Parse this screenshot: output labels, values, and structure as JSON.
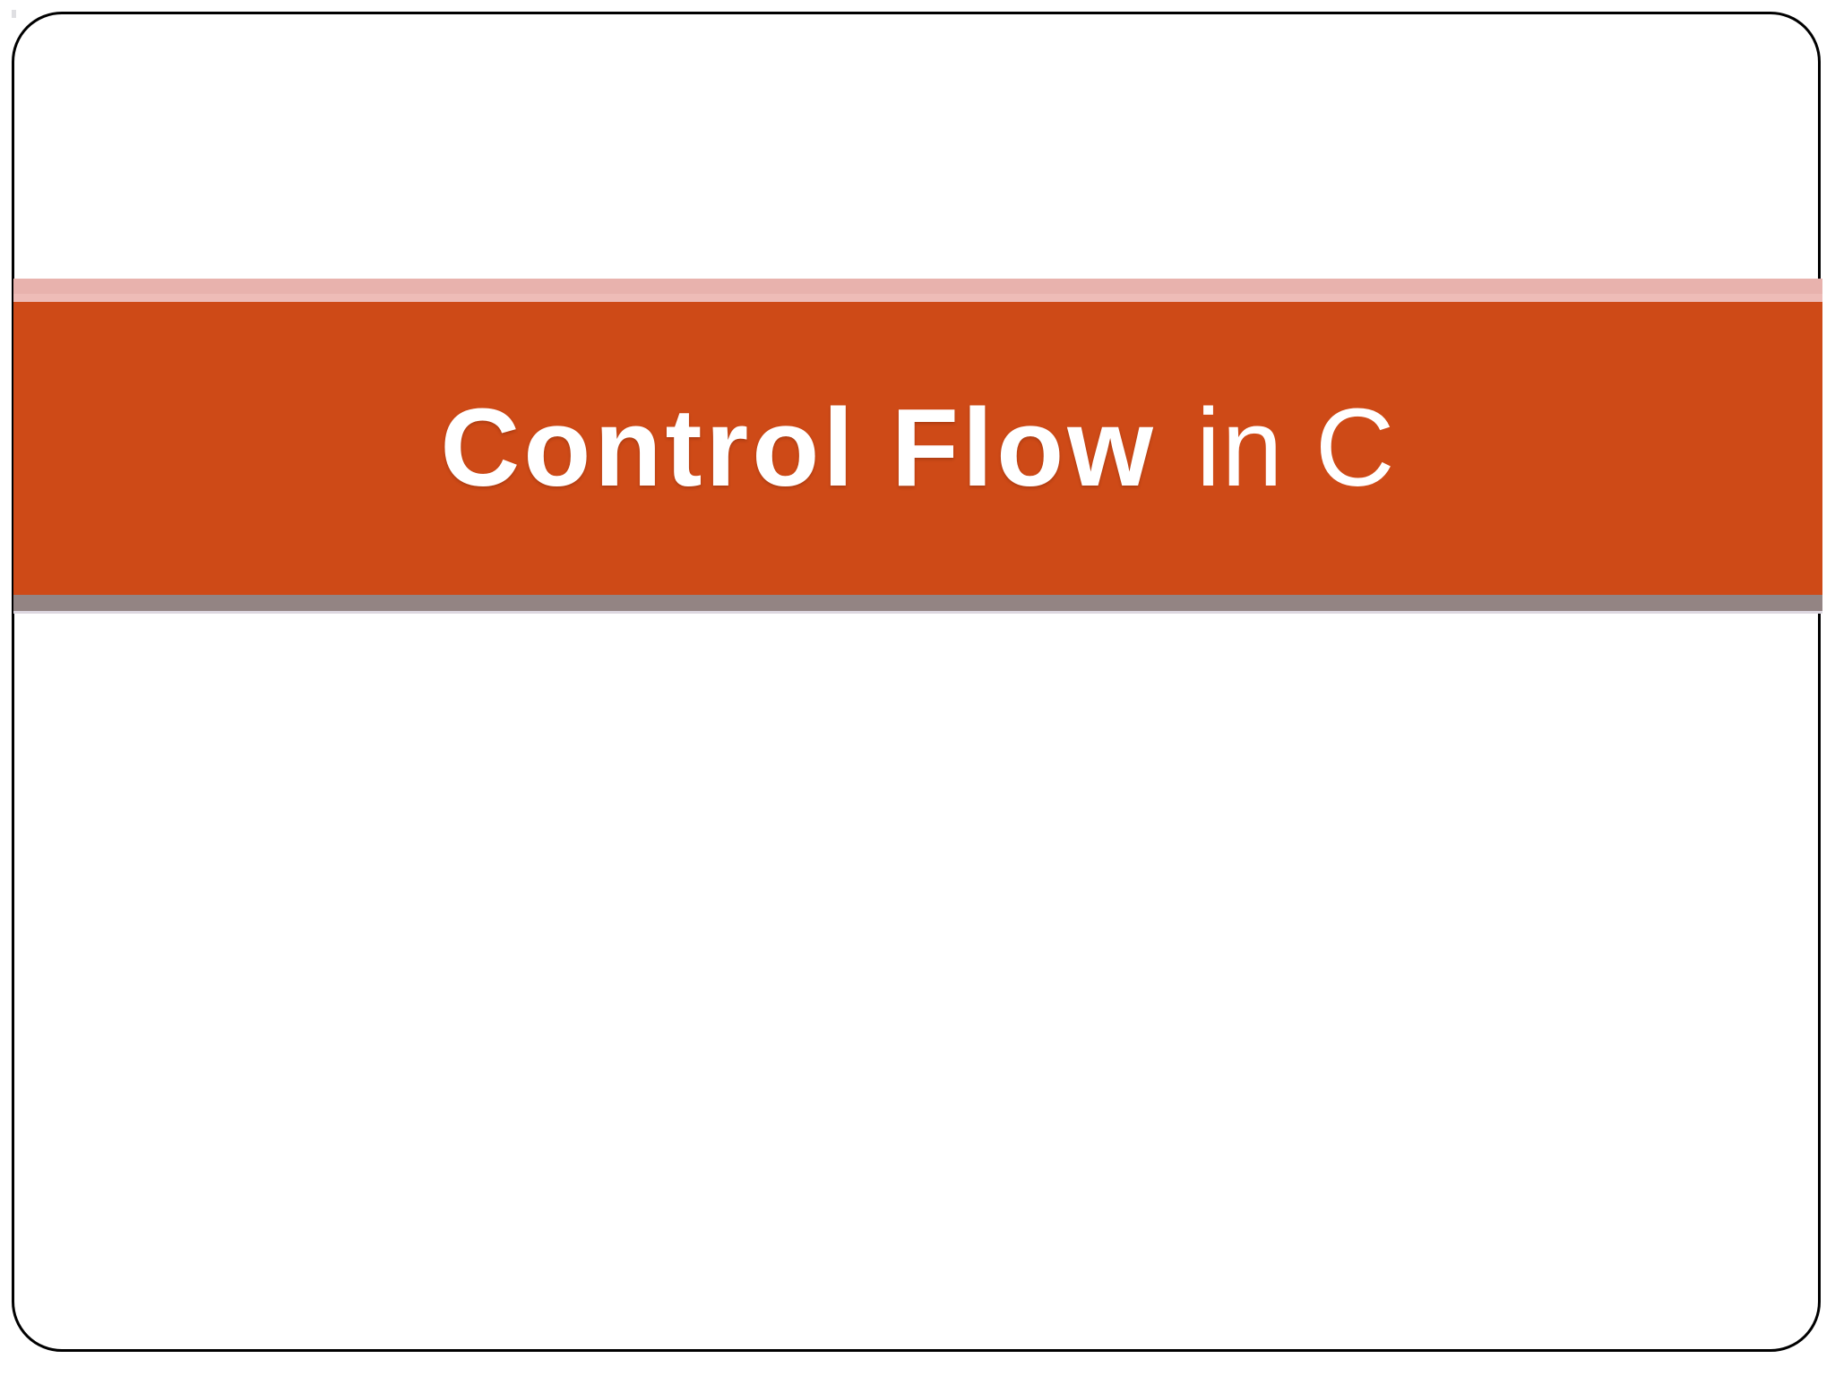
{
  "slide": {
    "title_main": "Control Flow",
    "title_sub": "in C",
    "full_title": "Control Flow  in C"
  },
  "theme": {
    "background": "#ffffff",
    "frame_border": "#000000",
    "band_pink": "#e8b2ad",
    "band_pink_light": "#eebcb7",
    "band_orange": "#ce4a17",
    "band_gray": "#938483",
    "band_hairline": "#ddd7e0",
    "title_color": "#ffffff"
  }
}
